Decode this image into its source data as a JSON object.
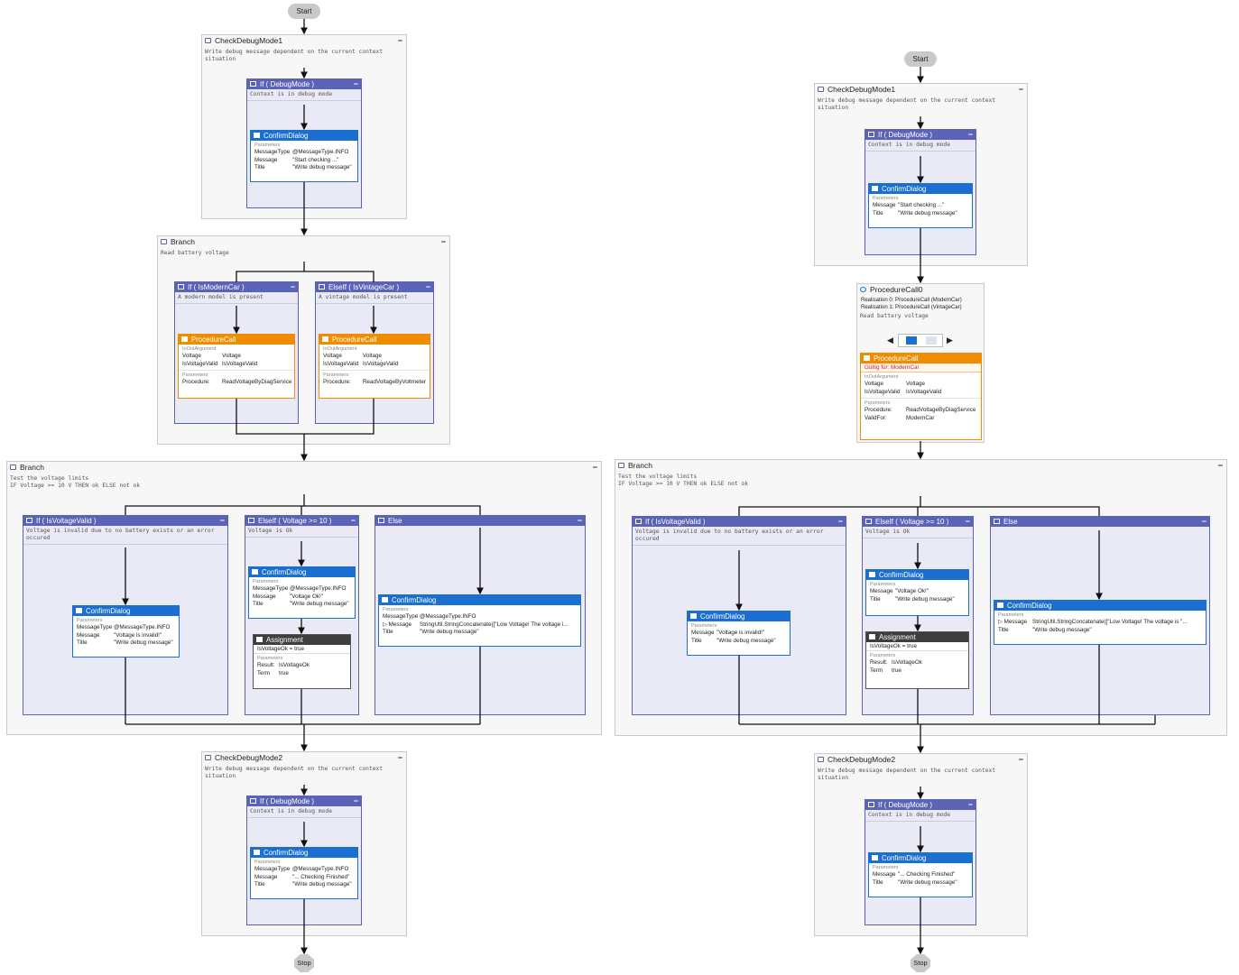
{
  "nodes": {
    "start": "Start",
    "stop": "Stop",
    "check_debug_mode_1": "CheckDebugMode1",
    "check_debug_mode_2": "CheckDebugMode2",
    "debug_desc": "Write debug message dependent on the current context situation",
    "if_debug_mode": "If ( DebugMode )",
    "debug_mode_desc": "Context is in debug mode",
    "confirm_dialog": "ConfirmDialog",
    "parameters": "Parameters",
    "in_out_argument": "InOutArgument",
    "branch": "Branch",
    "read_battery_voltage": "Read battery voltage",
    "if_is_modern_car": "If ( IsModernCar )",
    "modern_desc": "A modern model is present",
    "elseif_is_vintage_car": "ElseIf ( IsVintageCar )",
    "vintage_desc": "A vintage model is present",
    "procedure_call": "ProcedureCall",
    "procedure_call_0": "ProcedureCall0",
    "realisation_0": "Realisation 0: ProcedureCall (ModernCar)",
    "realisation_1": "Realisation 1: ProcedureCall (VintageCar)",
    "gueltig_fuer": "Gültig für: ModernCar",
    "test_voltage_desc": "Test the voltage limits\nIF Voltage >= 10 V THEN ok ELSE not ok",
    "if_voltage_valid": "If ( IsVoltageValid )",
    "invalid_desc": "Voltage is invalid due to no battery exists or an error occured",
    "elseif_voltage": "ElseIf ( Voltage >= 10 )",
    "voltage_ok_desc": "Voltage is Ok",
    "else": "Else",
    "assignment": "Assignment",
    "assign_expr": "IsVoltageOk = true"
  },
  "keys": {
    "message_type": "MessageType",
    "message": "Message",
    "title": "Title",
    "message_arrow": "▷ Message",
    "voltage": "Voltage",
    "is_voltage_valid": "IsVoltageValid",
    "procedure": "Procedure:",
    "valid_for": "ValidFor:",
    "result": "Result:",
    "term": "Term"
  },
  "values": {
    "msgtype_info": "@MessageType.INFO",
    "start_checking": "\"Start checking ...\"",
    "write_debug_message": "\"Write debug message\"",
    "checking_finished": "\"... Checking Finished\"",
    "voltage_invalid": "\"Voltage is invalid!\"",
    "voltage_ok": "\"Voltage Ok!\"",
    "low_voltage_left": "StringUtil.StringConcatenate([\"Low Voltage! The voltage i...",
    "low_voltage_right": "StringUtil.StringConcatenate([\"Low Voltage! The voltage is \"...",
    "voltage": "Voltage",
    "is_voltage_valid": "IsVoltageValid",
    "read_by_diag": "ReadVoltageByDiagService",
    "read_by_voltmeter": "ReadVoltageByVoltmeter",
    "modern_car": "ModernCar",
    "is_voltage_ok": "IsVoltageOk",
    "true": "true"
  },
  "colors": {
    "sequence_border": "#c9c9c9",
    "condition": "#5b63b7",
    "confirm_dialog": "#1a6fd1",
    "procedure_call": "#f08c00",
    "assignment": "#3e3e3e",
    "wire": "#111111"
  },
  "icons": {
    "sequence": "sequence-icon",
    "condition": "condition-icon",
    "dialog": "dialog-icon",
    "procedure": "procedure-arrow-icon",
    "assignment": "assignment-icon"
  }
}
